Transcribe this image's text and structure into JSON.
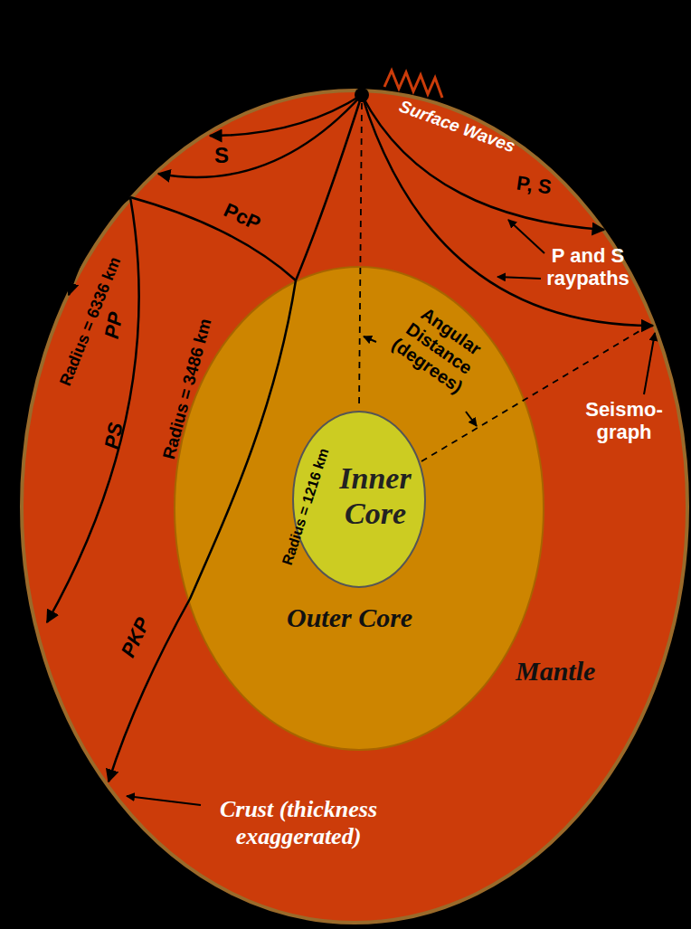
{
  "diagram": {
    "nodes": [
      {
        "text": [
          "Mantle"
        ]
      },
      {
        "text": [
          "Outer Core"
        ],
        "in": 0
      },
      {
        "text": [
          "Inner Core"
        ],
        "in": 1
      }
    ],
    "labels": [
      "Surface Waves",
      "S",
      "P, S",
      "PcP",
      "P and S raypaths",
      "Radius = 6336 km",
      "PP",
      "Radius = 3486 km",
      "Angular Distance (degrees)",
      "Radius = 1216 km",
      "Seismo- graph",
      "PS",
      "PKP",
      "Crust (thickness exaggerated)"
    ]
  }
}
